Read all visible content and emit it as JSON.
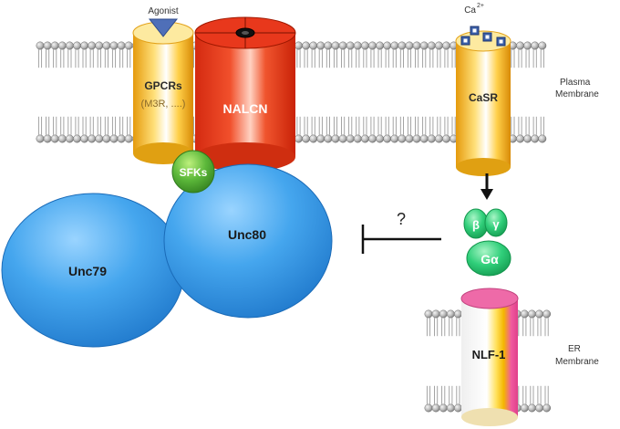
{
  "labels": {
    "agonist": "Agonist",
    "ca": "Ca",
    "ca_sup": "2+",
    "gpcrs": "GPCRs",
    "gpcrs_sub": "(M3R, ....)",
    "nalcn": "NALCN",
    "casr": "CaSR",
    "plasma_line1": "Plasma",
    "plasma_line2": "Membrane",
    "sfks": "SFKs",
    "unc79": "Unc79",
    "unc80": "Unc80",
    "question": "?",
    "beta": "β",
    "gamma": "γ",
    "galpha": "Gα",
    "nlf1": "NLF-1",
    "er_line1": "ER",
    "er_line2": "Membrane"
  },
  "colors": {
    "gpcr": "#f2b21a",
    "nalcn": "#e8381c",
    "casr": "#f2b21a",
    "sfks": "#59b83a",
    "unc": "#3da2ea",
    "gprotein": "#2fcf7a",
    "nlf1_top": "#ee6aa8",
    "nlf1_side": "#f7c21a"
  }
}
